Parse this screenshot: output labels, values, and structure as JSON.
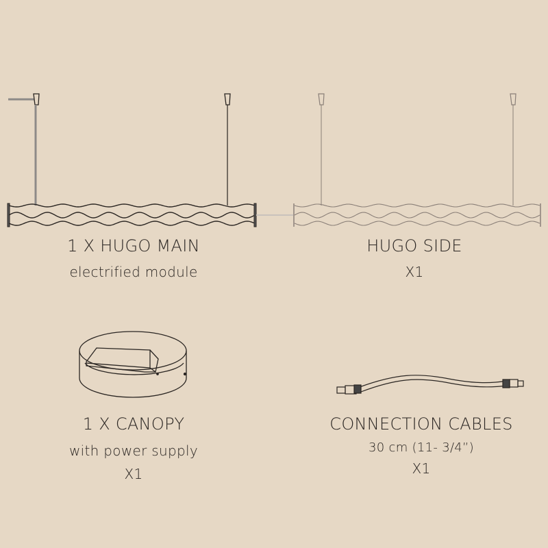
{
  "main_module": {
    "title": "1 X HUGO MAIN",
    "subtitle": "electrified module"
  },
  "side_module": {
    "title": "HUGO SIDE",
    "quantity": "X1"
  },
  "canopy": {
    "title": "1 X CANOPY",
    "subtitle": "with power supply",
    "quantity": "X1"
  },
  "cables": {
    "title": "CONNECTION CABLES",
    "length": "30 cm (11- 3/4”)",
    "quantity": "X1"
  },
  "colors": {
    "background": "#e6d8c5",
    "line": "#2a2522",
    "side_line": "#8a7f78",
    "cable_gray": "#8d8a88"
  }
}
